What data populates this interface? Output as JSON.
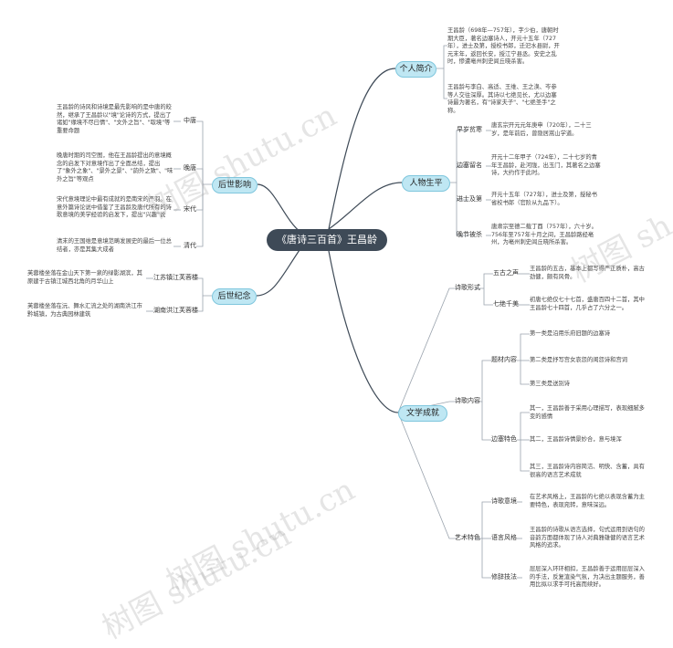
{
  "root": "《唐诗三百首》王昌龄",
  "branches": {
    "intro": "个人简介",
    "life": "人物生平",
    "lit": "文学成就",
    "influence": "后世影响",
    "memorial": "后世纪念"
  },
  "intro_paras": [
    "王昌龄（698年—757年），字少伯，唐朝时期大臣，著名边塞诗人，开元十五年（727年），进士及第，授校书郎，迁汜水县尉，开元末年，返回长安，授江宁县丞。安史之乱时，惨遭亳州刺史闾丘晓杀害。",
    "王昌龄与李白、高适、王维、王之涣、岑参等人交往深厚。其诗以七绝见长，尤以边塞诗最为著名，有\"诗家夫子\"、\"七绝圣手\"之称。"
  ],
  "life": [
    {
      "label": "早岁贫寒",
      "text": "唐玄宗开元元年庚申（720年），二十三岁，是年前后，曾隐居嵩山学道。"
    },
    {
      "label": "边塞留名",
      "text": "开元十二年甲子（724年），二十七岁的青年王昌龄，赴河陇，出玉门，其著名之边塞诗，大约作于此时。"
    },
    {
      "label": "进士及第",
      "text": "开元十五年（727年），进士及第，授秘书省校书郎（官阶从九品下）。"
    },
    {
      "label": "晚节被杀",
      "text": "唐肃宗至德二载丁酉（757年），六十岁。756年至757年十月之间，王昌龄路经亳州，为亳州刺史闾丘晓所杀害。"
    }
  ],
  "lit": {
    "forms_label": "诗歌形式",
    "forms": [
      {
        "label": "五古之声",
        "text": "王昌龄的五古，基本上都写得严正质朴，高古劲健，颇有风骨。"
      },
      {
        "label": "七绝千美",
        "text": "初唐七绝仅七十七首，盛唐百四十二首，其中王昌龄七十四首，几乎占了六分之一。"
      }
    ],
    "content_label": "诗歌内容",
    "theme_label": "题材内容",
    "themes": [
      "第一类是沿用乐府旧题的边塞诗",
      "第二类是抒写宫女哀怨的闺怨诗和宫词",
      "第三类是送别诗"
    ],
    "style_label": "边塞特色",
    "styles": [
      "其一，王昌龄善于采用心理描写，表现细腻多变的感情",
      "其二，王昌龄诗情景妙合，意与境浑",
      "其三，王昌龄诗内容简洁、明快、含蓄，具有很高的语言艺术成就"
    ],
    "art_label": "艺术特色",
    "arts": [
      {
        "label": "诗歌意境",
        "text": "在艺术风格上，王昌龄的七绝以表现含蓄为主要特色，表现宛转，意味深远。"
      },
      {
        "label": "语言风格",
        "text": "王昌龄的诗歌从语言选择，句式运用到语句的音韵方面都体现了诗人对典雅雄健的语言艺术风格的追求。"
      },
      {
        "label": "修辞技法",
        "text": "层层深入环环相扣，王昌龄善于运用层层深入的手法，反复渲染气氛，为决出主题服务，善用比拟以求手可托高而续好。"
      }
    ]
  },
  "influence": [
    {
      "label": "中唐",
      "text": "王昌龄的诗风和诗境是最先影响的是中唐的皎然，继承了王昌龄以\"境\"论诗的方式，提出了诸如\"缘境不尽曰情\"、\"文外之旨\"、\"取境\"等重要命题"
    },
    {
      "label": "晚唐",
      "text": "晚唐时期的司空图，他在王昌龄提出的意境概念的启发下对意境作出了全面总结，提出了\"象外之象\"、\"景外之景\"、\"韵外之致\"、\"味外之旨\"等观点"
    },
    {
      "label": "宋代",
      "text": "宋代意境理论中最有成就的是南宋的严羽。在意外篇诗论说中借鉴了王昌龄及唐代所有的诗歌意境的美学经验的启发下，提出\"兴趣\"说"
    },
    {
      "label": "清代",
      "text": "清末的王国维是意境范畴发展史的最后一位总结者，亦是其集大成者"
    }
  ],
  "memorial": [
    {
      "label": "江苏镇江芙蓉楼",
      "text": "芙蓉楼坐落在金山天下第一泉的绿影湖滨，其原建于古镇江城西北角的月华山上"
    },
    {
      "label": "湖南洪江芙蓉楼",
      "text": "芙蓉楼坐落在沅、舞水汇流之处的湖南洪江市黔城镇，为古典园林建筑"
    }
  ],
  "watermarks": [
    "树图 shutu.cn",
    "树图 shutu.cn",
    "树图 shutu.cn",
    "树图 sh"
  ]
}
